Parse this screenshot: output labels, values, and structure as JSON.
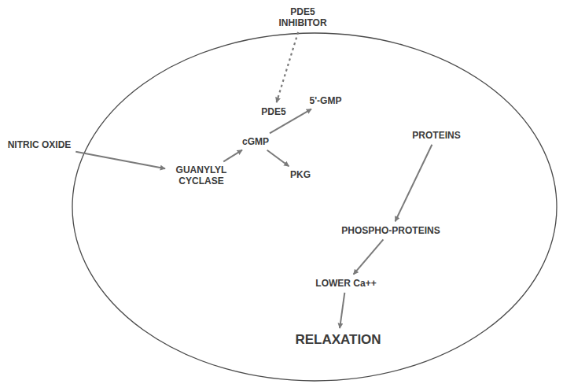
{
  "diagram": {
    "nodes": [
      {
        "text": [
          "PDE5 INHIBITOR"
        ]
      },
      {
        "text": [
          "NITRIC OXIDE"
        ]
      },
      {
        "text": [
          "GUANYLYL CYCLASE"
        ]
      },
      {
        "text": [
          "PDE5"
        ]
      },
      {
        "text": [
          "5'-GMP"
        ]
      },
      {
        "text": [
          "cGMP"
        ]
      },
      {
        "text": [
          "PKG"
        ]
      },
      {
        "text": [
          "PROTEINS"
        ]
      },
      {
        "text": [
          "PHOSPHO-PROTEINS"
        ]
      },
      {
        "text": [
          "LOWER Ca++"
        ]
      },
      {
        "text": [
          "RELAXATION"
        ]
      }
    ],
    "edges": [
      {
        "from": 0,
        "to": 3,
        "arrow": "to"
      },
      {
        "from": 1,
        "to": 2,
        "arrow": "to"
      },
      {
        "from": 2,
        "to": 5,
        "arrow": "to"
      },
      {
        "from": 5,
        "to": 4,
        "arrow": "to"
      },
      {
        "from": 5,
        "to": 6,
        "arrow": "to"
      },
      {
        "from": 7,
        "to": 8,
        "arrow": "to"
      },
      {
        "from": 8,
        "to": 9,
        "arrow": "to"
      },
      {
        "from": 9,
        "to": 10,
        "arrow": "to"
      }
    ]
  }
}
